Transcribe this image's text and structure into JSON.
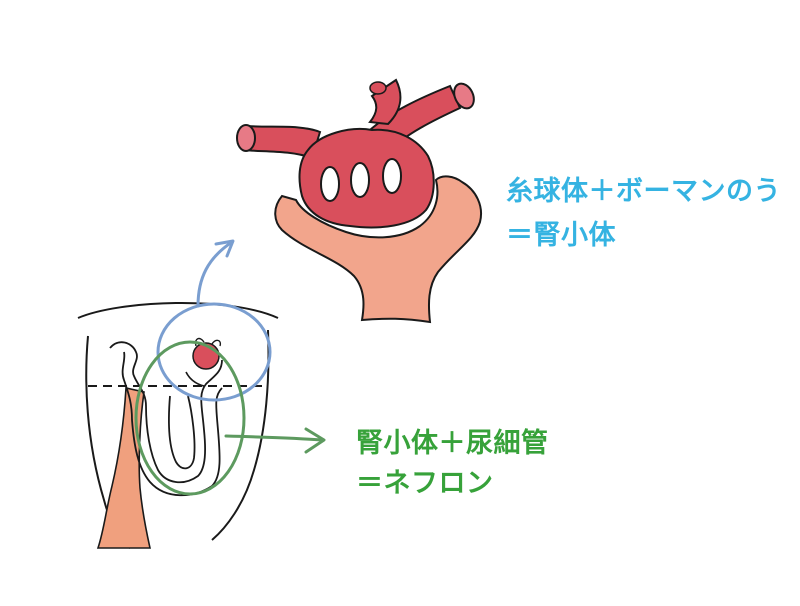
{
  "labels": {
    "renal_corpuscle_line1": "糸球体＋ボーマンのう",
    "renal_corpuscle_line2": "＝腎小体",
    "nephron_line1": "腎小体＋尿細管",
    "nephron_line2": "＝ネフロン"
  },
  "colors": {
    "blue_label": "#35b3e2",
    "green_label": "#37a23a",
    "glomerulus_red": "#d94f5c",
    "bowman_capsule": "#f2a58c",
    "tubule_fill": "#f0a07e",
    "blue_circle": "#7a9ed0",
    "green_circle": "#5d9a5f",
    "outline": "#1a1a1a"
  },
  "icons": {
    "blue_arrow": "arrow-up-right-icon",
    "green_arrow": "arrow-right-icon"
  }
}
